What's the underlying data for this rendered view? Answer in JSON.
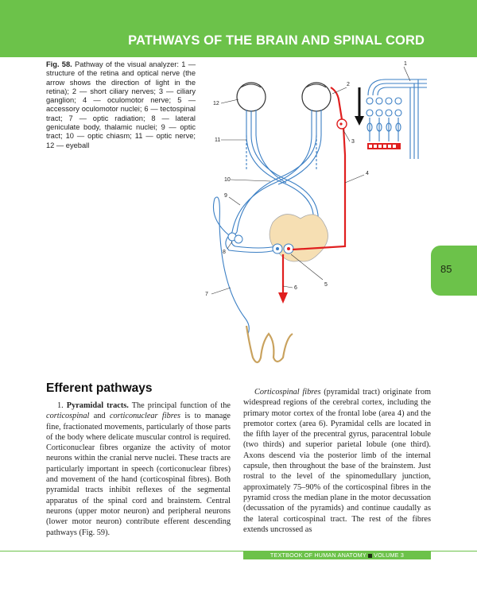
{
  "header": {
    "title": "PATHWAYS OF THE BRAIN AND SPINAL CORD"
  },
  "page_number": "85",
  "caption": {
    "label": "Fig. 58.",
    "text": "Pathway of the visual analyzer: 1 — structure of the retina and optical nerve (the arrow shows the direction of light in the retina); 2 — short ciliary nerves; 3 — ciliary ganglion; 4 — oculomotor nerve; 5 — accessory oculomotor nuclei; 6 — tectospinal tract; 7 — optic radiation; 8 — lateral geniculate body, thalamic nuclei; 9 — optic tract; 10 — optic chiasm; 11 — optic nerve; 12 — eyeball"
  },
  "figure": {
    "labels": [
      "1",
      "2",
      "3",
      "4",
      "5",
      "6",
      "7",
      "8",
      "9",
      "10",
      "11",
      "12"
    ]
  },
  "section": {
    "title": "Efferent pathways"
  },
  "left_column": {
    "lead_num": "1.",
    "lead_bold": "Pyramidal tracts.",
    "t1": " The principal function of the ",
    "i1": "corticospinal",
    "t2": " and ",
    "i2": "corticonuclear fibres",
    "t3": " is to manage fine, fractionated movements, particularly of those parts of the body where delicate muscular control is required. Corticonuclear fibres organize the activity of motor neurons within the cranial nerve nuclei. These tracts are particularly important in speech (corticonuclear fibres) and movement of the hand (corticospinal fibres). Both pyramidal tracts inhibit reflexes of the segmental apparatus of the spinal cord and brainstem. Central neurons (upper motor neuron) and peripheral neurons (lower motor neuron) contribute efferent descending pathways (Fig. 59)."
  },
  "right_column": {
    "i1": "Corticospinal fibres",
    "t1": " (pyramidal tract) originate from widespread regions of the cerebral cortex, including the primary motor cortex of the frontal lobe (area 4) and the premotor cortex (area 6). Pyramidal cells are located in the fifth layer of the precentral gyrus, paracentral lobule (two thirds) and superior parietal lobule (one third). Axons descend via the posterior limb of the internal capsule, then throughout the base of the brainstem. Just rostral to the level of the spinomedullary junction, approximately 75–90% of the corticospinal fibres in the pyramid cross the median plane in the motor decussation (decussation of the pyramids) and continue caudally as the lateral corticospinal tract. The rest of the fibres extends uncrossed as"
  },
  "footer": {
    "book": "TEXTBOOK OF HUMAN ANATOMY",
    "volume": "VOLUME 3"
  },
  "colors": {
    "accent_green": "#6cc24a",
    "nerve_blue": "#3b7fc4",
    "motor_red": "#e01f1f",
    "brainstem": "#f6dfb3"
  }
}
